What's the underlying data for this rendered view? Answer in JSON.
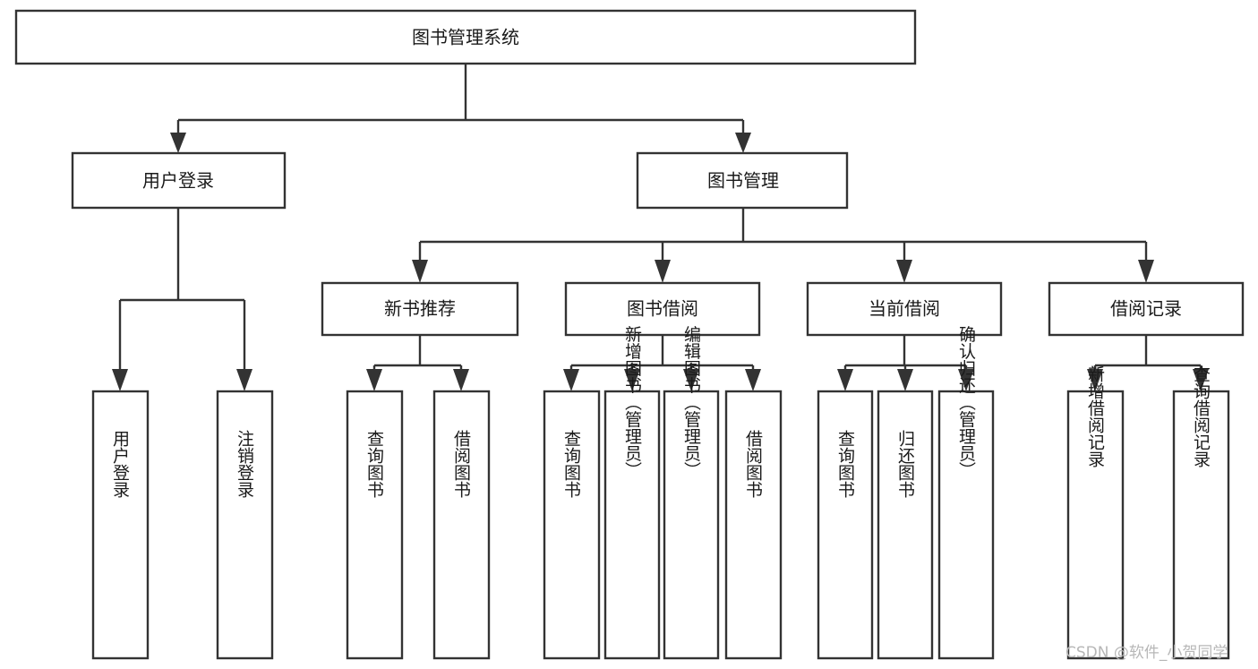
{
  "diagram": {
    "type": "tree-hierarchy",
    "title": "图书管理系统",
    "watermark": "CSDN @软件_小贺同学",
    "colors": {
      "stroke": "#333333",
      "fill": "#ffffff",
      "text": "#1a1a1a",
      "watermark": "#b7b7b7",
      "background": "#ffffff"
    },
    "nodes": {
      "root": {
        "label": "图书管理系统"
      },
      "level2": [
        {
          "id": "user-login",
          "label": "用户登录"
        },
        {
          "id": "book-manage",
          "label": "图书管理"
        }
      ],
      "level3": [
        {
          "id": "new-book-recommend",
          "label": "新书推荐"
        },
        {
          "id": "book-borrow",
          "label": "图书借阅"
        },
        {
          "id": "current-borrow",
          "label": "当前借阅"
        },
        {
          "id": "borrow-record",
          "label": "借阅记录"
        }
      ],
      "leaves": {
        "user-login": [
          {
            "id": "leaf-user-login",
            "label": "用户登录"
          },
          {
            "id": "leaf-logout-login",
            "label": "注销登录"
          }
        ],
        "new-book-recommend": [
          {
            "id": "leaf-query-book-1",
            "label": "查询图书"
          },
          {
            "id": "leaf-borrow-book-1",
            "label": "借阅图书"
          }
        ],
        "book-borrow": [
          {
            "id": "leaf-query-book-2",
            "label": "查询图书"
          },
          {
            "id": "leaf-add-book-admin",
            "label": "新增图书（管理员）"
          },
          {
            "id": "leaf-edit-book-admin",
            "label": "编辑图书（管理员）"
          },
          {
            "id": "leaf-borrow-book-2",
            "label": "借阅图书"
          }
        ],
        "current-borrow": [
          {
            "id": "leaf-query-book-3",
            "label": "查询图书"
          },
          {
            "id": "leaf-return-book",
            "label": "归还图书"
          },
          {
            "id": "leaf-confirm-return-admin",
            "label": "确认归还（管理员）"
          }
        ],
        "borrow-record": [
          {
            "id": "leaf-add-borrow-record",
            "label": "新增借阅记录"
          },
          {
            "id": "leaf-query-borrow-record",
            "label": "查询借阅记录"
          }
        ]
      }
    }
  }
}
